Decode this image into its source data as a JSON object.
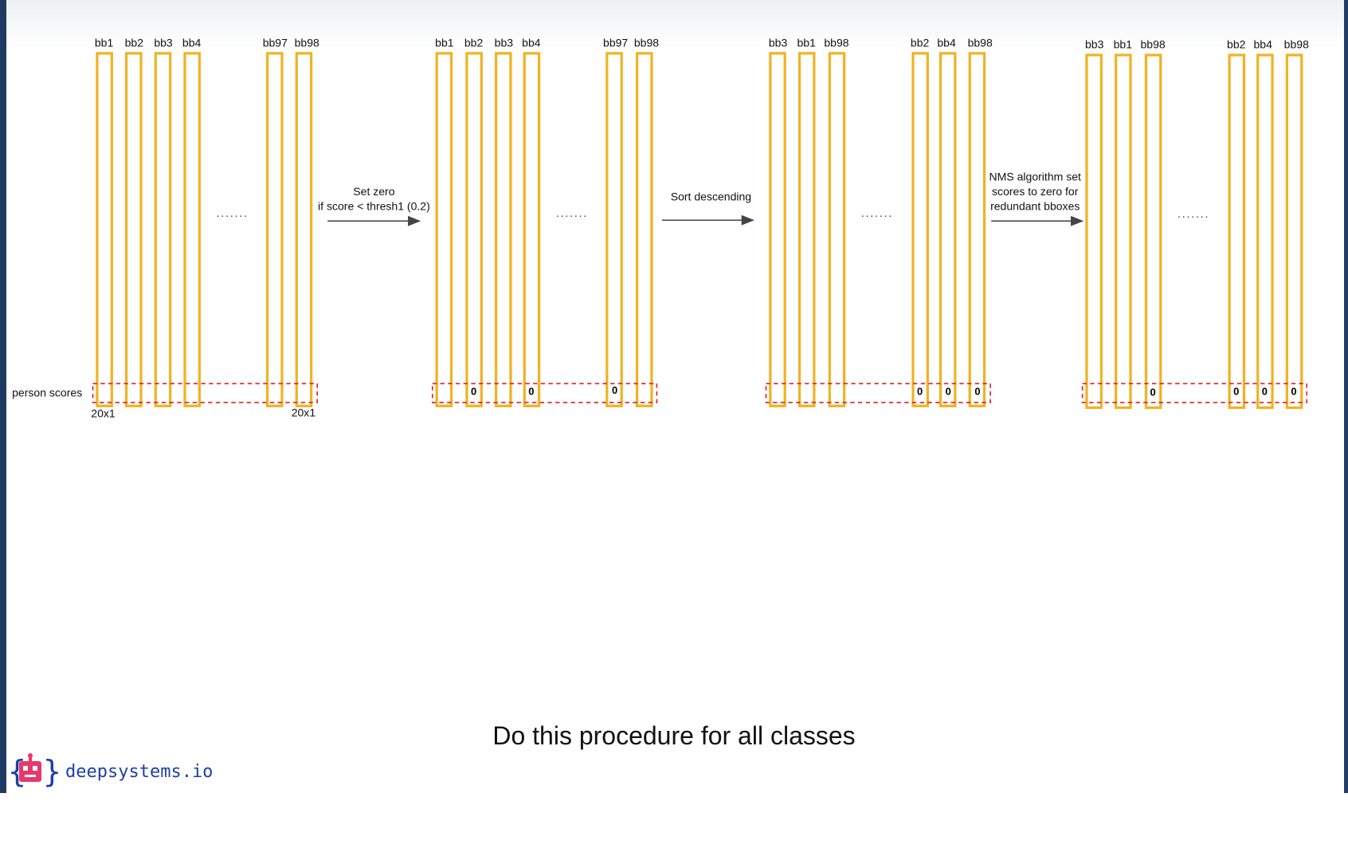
{
  "labels": {
    "row_label": "person scores",
    "dims_left": "20x1",
    "dims_right": "20x1",
    "dots": "·······"
  },
  "stages": [
    {
      "bboxes": [
        "bb1",
        "bb2",
        "bb3",
        "bb4",
        "bb97",
        "bb98"
      ],
      "zeros": []
    },
    {
      "bboxes": [
        "bb1",
        "bb2",
        "bb3",
        "bb4",
        "bb97",
        "bb98"
      ],
      "zeros": [
        "0",
        "0",
        "0"
      ]
    },
    {
      "bboxes": [
        "bb3",
        "bb1",
        "bb98",
        "bb2",
        "bb4",
        "bb98"
      ],
      "zeros": [
        "0",
        "0",
        "0"
      ]
    },
    {
      "bboxes": [
        "bb3",
        "bb1",
        "bb98",
        "bb2",
        "bb4",
        "bb98"
      ],
      "zeros": [
        "0",
        "0",
        "0",
        "0"
      ]
    }
  ],
  "arrows": [
    {
      "line1": "Set zero",
      "line2": "if score < thresh1 (0.2)"
    },
    {
      "line1": "Sort descending"
    },
    {
      "line1": "NMS algorithm set",
      "line2": "scores to zero for",
      "line3": "redundant bboxes"
    }
  ],
  "footer": "Do this procedure for all classes",
  "brand": "deepsystems.io",
  "colors": {
    "bar": "#f0b323",
    "dashed_box": "#e02020",
    "brand_blue": "#1d3fa8",
    "logo_pink": "#e8386b",
    "frame": "#1f3a63"
  }
}
